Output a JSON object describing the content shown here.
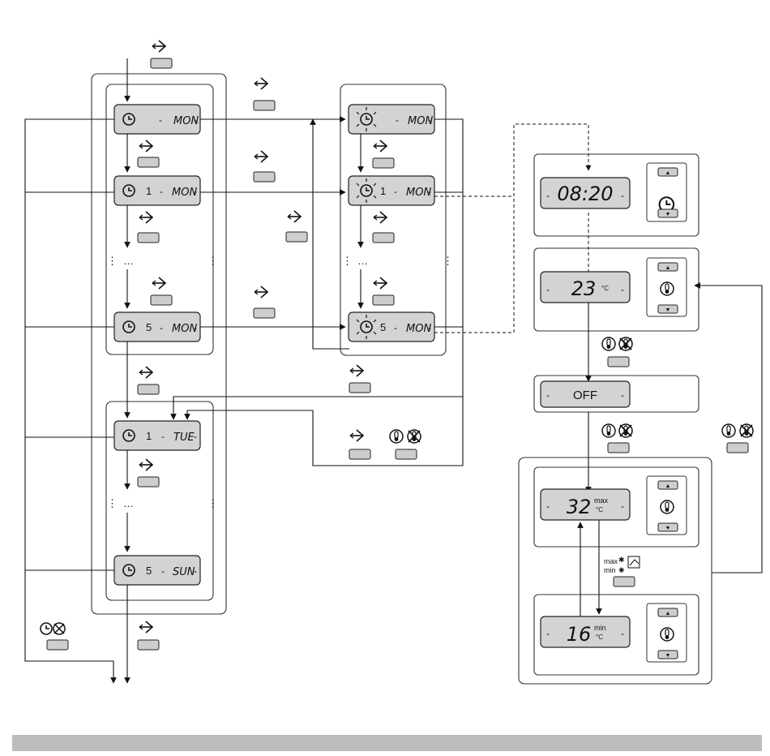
{
  "footer": {
    "bar_color": "#bdbdbd"
  },
  "week_list": {
    "day_mon": "MON",
    "day_tue": "TUE",
    "day_sun": "SUN",
    "event_1": "1",
    "event_5": "5",
    "ellipsis": "…"
  },
  "edit_panel": {
    "day_mon": "MON",
    "event_1": "1",
    "event_5": "5",
    "ellipsis": "…"
  },
  "time_panel": {
    "time_value": "08:20"
  },
  "setpoint_panel": {
    "temp_value": "23"
  },
  "off_panel": {
    "label": "OFF"
  },
  "max_panel": {
    "temp_value": "32",
    "tag": "max",
    "unit": "°C"
  },
  "min_panel": {
    "temp_value": "16",
    "tag": "min",
    "unit": "°C"
  },
  "mode_button": {
    "max_label": "max",
    "min_label": "min"
  },
  "icons": [
    "enter-arrow-icon",
    "clock-icon",
    "thermometer-icon",
    "thermometer-off-icon",
    "clock-off-icon",
    "up-arrow-icon",
    "down-arrow-icon"
  ]
}
